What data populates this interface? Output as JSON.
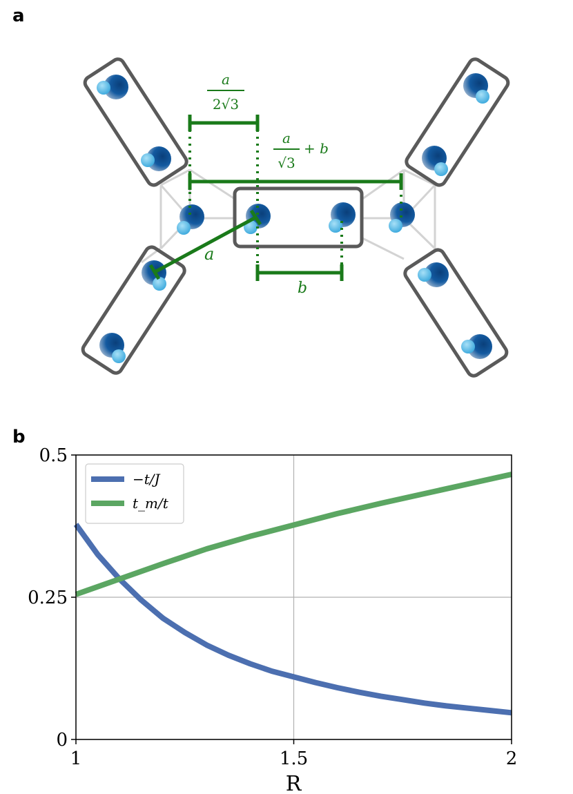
{
  "panel_a_label": "a",
  "panel_b_label": "b",
  "diagram": {
    "labels": {
      "dim_top_num": "a",
      "dim_top_den": "2√3",
      "dim_mid_num": "a",
      "dim_mid_den": "√3",
      "dim_mid_plus": "+ b",
      "label_a": "a",
      "label_b": "b"
    },
    "colors": {
      "green": "#1a7a1a",
      "box": "#595959",
      "bond": "#cfcfcf",
      "big_atom": "#0b4f91",
      "small_atom": "#5bbde8"
    }
  },
  "chart_data": {
    "type": "line",
    "xlabel": "R",
    "xlim": [
      1,
      2
    ],
    "ylim": [
      0,
      0.5
    ],
    "xticks": [
      "1",
      "1.5",
      "2"
    ],
    "yticks": [
      "0",
      "0.25",
      "0.5"
    ],
    "grid": true,
    "legend_position": "top-left",
    "series": [
      {
        "name": "−t/J",
        "color": "#4c6fb0",
        "x": [
          1.0,
          1.05,
          1.1,
          1.15,
          1.2,
          1.25,
          1.3,
          1.35,
          1.4,
          1.45,
          1.5,
          1.55,
          1.6,
          1.65,
          1.7,
          1.75,
          1.8,
          1.85,
          1.9,
          1.95,
          2.0
        ],
        "y": [
          0.378,
          0.325,
          0.282,
          0.245,
          0.213,
          0.188,
          0.166,
          0.148,
          0.133,
          0.12,
          0.11,
          0.1,
          0.091,
          0.083,
          0.076,
          0.07,
          0.064,
          0.059,
          0.055,
          0.051,
          0.047
        ]
      },
      {
        "name": "t_m/t",
        "color": "#5ba662",
        "x": [
          1.0,
          1.1,
          1.2,
          1.3,
          1.4,
          1.5,
          1.6,
          1.7,
          1.8,
          1.9,
          2.0
        ],
        "y": [
          0.255,
          0.282,
          0.309,
          0.335,
          0.357,
          0.377,
          0.397,
          0.415,
          0.432,
          0.449,
          0.466
        ]
      }
    ]
  }
}
